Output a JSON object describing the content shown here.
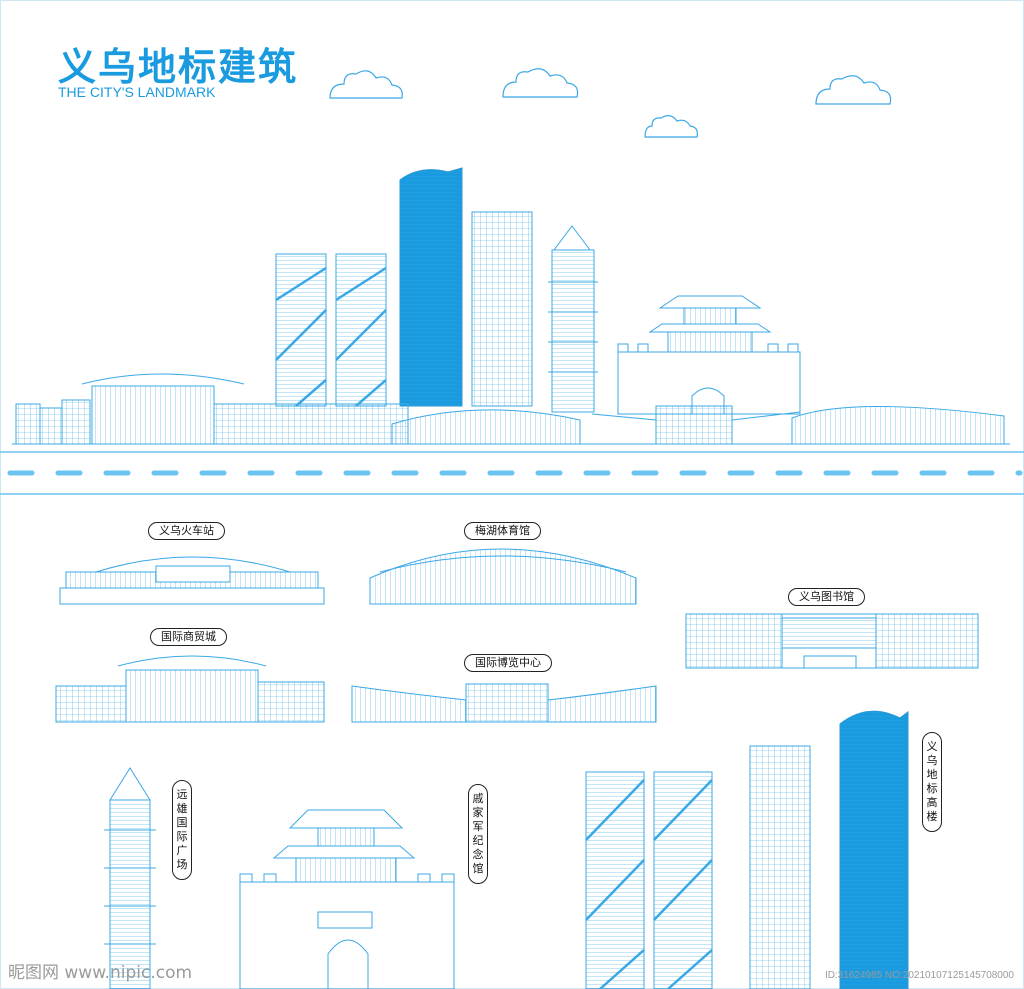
{
  "header": {
    "title": "义乌地标建筑",
    "subtitle": "THE CITY'S LANDMARK"
  },
  "labels": {
    "train_station": "义乌火车站",
    "meihu_gym": "梅湖体育馆",
    "library": "义乌图书馆",
    "trade_city": "国际商贸城",
    "expo_center": "国际博览中心",
    "yuanxiong_plaza": "远雄国际广场",
    "qi_memorial": "戚家军纪念馆",
    "landmark_tower": "义乌地标高楼"
  },
  "watermark": {
    "left": "昵图网 www.nipic.com",
    "right": "ID:31624985 NO:20210107125145708000"
  },
  "colors": {
    "accent": "#1a9be0",
    "line": "#3aa8e6",
    "road": "#6bc3f0"
  }
}
